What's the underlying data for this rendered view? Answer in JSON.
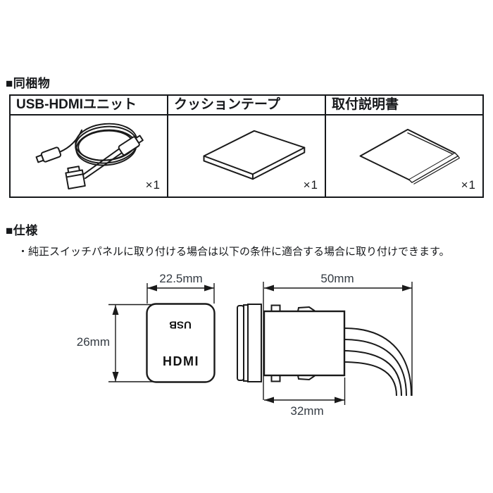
{
  "included": {
    "heading": "■同梱物",
    "items": [
      {
        "name": "USB-HDMIユニット",
        "qty": "×1"
      },
      {
        "name": "クッションテープ",
        "qty": "×1"
      },
      {
        "name": "取付説明書",
        "qty": "×1"
      }
    ]
  },
  "spec": {
    "heading": "■仕様",
    "note": "・純正スイッチパネルに取り付ける場合は以下の条件に適合する場合に取り付けできます。",
    "front_view": {
      "width_label": "22.5mm",
      "height_label": "26mm",
      "port_top_label": "USB",
      "port_bottom_label": "HDMI"
    },
    "side_view": {
      "overall_depth_label": "50mm",
      "body_depth_label": "32mm"
    }
  },
  "colors": {
    "background": "#ffffff",
    "line": "#1a1a1a",
    "text": "#16181b",
    "dim_label": "#333a42"
  }
}
